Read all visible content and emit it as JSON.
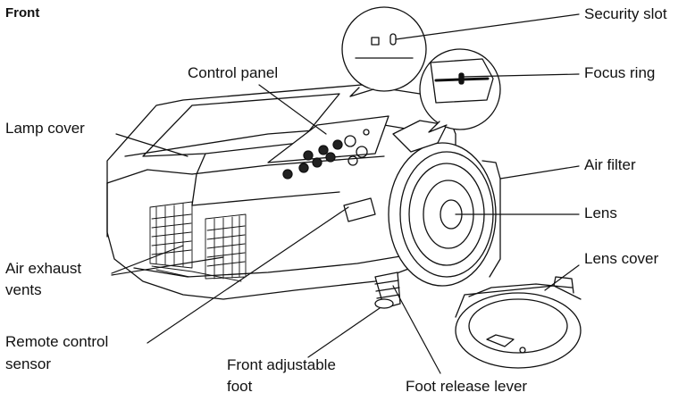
{
  "heading": "Front",
  "labels": {
    "security_slot": "Security slot",
    "control_panel": "Control panel",
    "focus_ring": "Focus ring",
    "lamp_cover": "Lamp cover",
    "air_filter": "Air filter",
    "lens": "Lens",
    "lens_cover": "Lens cover",
    "air_exhaust_vents_line1": "Air exhaust",
    "air_exhaust_vents_line2": "vents",
    "remote_control_sensor_line1": "Remote control",
    "remote_control_sensor_line2": "sensor",
    "front_adjustable_foot_line1": "Front adjustable",
    "front_adjustable_foot_line2": "foot",
    "foot_release_lever": "Foot release lever"
  }
}
